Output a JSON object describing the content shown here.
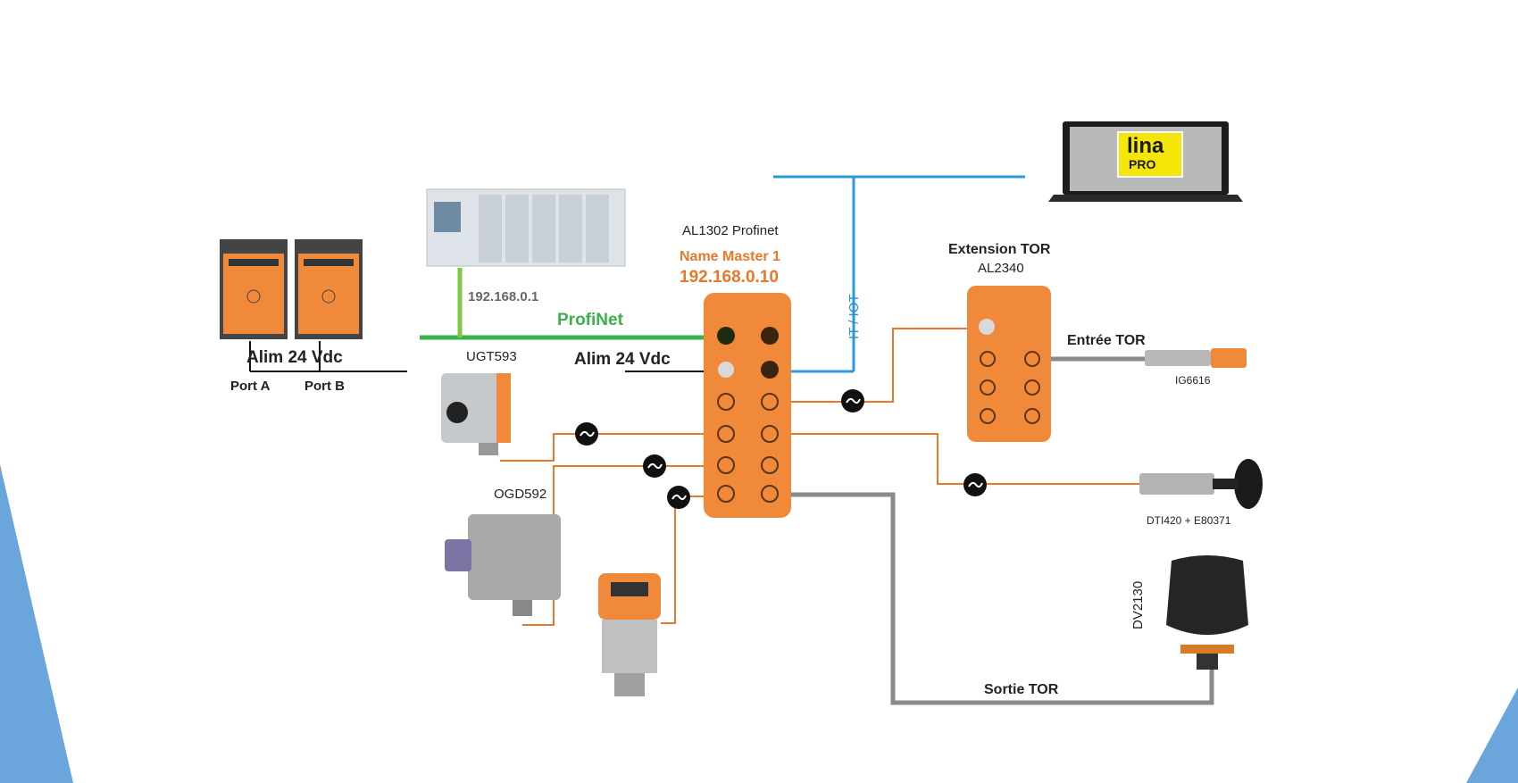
{
  "labels": {
    "alim_left": "Alim 24 Vdc",
    "port_a": "Port A",
    "port_b": "Port B",
    "plc_ip": "192.168.0.1",
    "profinet": "ProfiNet",
    "master_model": "AL1302 Profinet",
    "master_name": "Name Master 1",
    "master_ip": "192.168.0.10",
    "alim_master": "Alim 24 Vdc",
    "it_iot": "IT / IOT",
    "ext_title": "Extension TOR",
    "ext_model": "AL2340",
    "entree_tor": "Entrée TOR",
    "ig6616": "IG6616",
    "ugt593": "UGT593",
    "ogd592": "OGD592",
    "dti420": "DTI420 + E80371",
    "dv2130": "DV2130",
    "sortie_tor": "Sortie TOR"
  },
  "laptop": {
    "logo_top": "lina",
    "logo_bottom": "PRO"
  },
  "colors": {
    "profinet_green": "#3ab14a",
    "it_blue": "#2a9ad8",
    "iolink_orange": "#e8782a",
    "sortie_grey": "#8a8a8a",
    "device_orange": "#f08a3a",
    "corner_blue": "#6aa6dc"
  }
}
